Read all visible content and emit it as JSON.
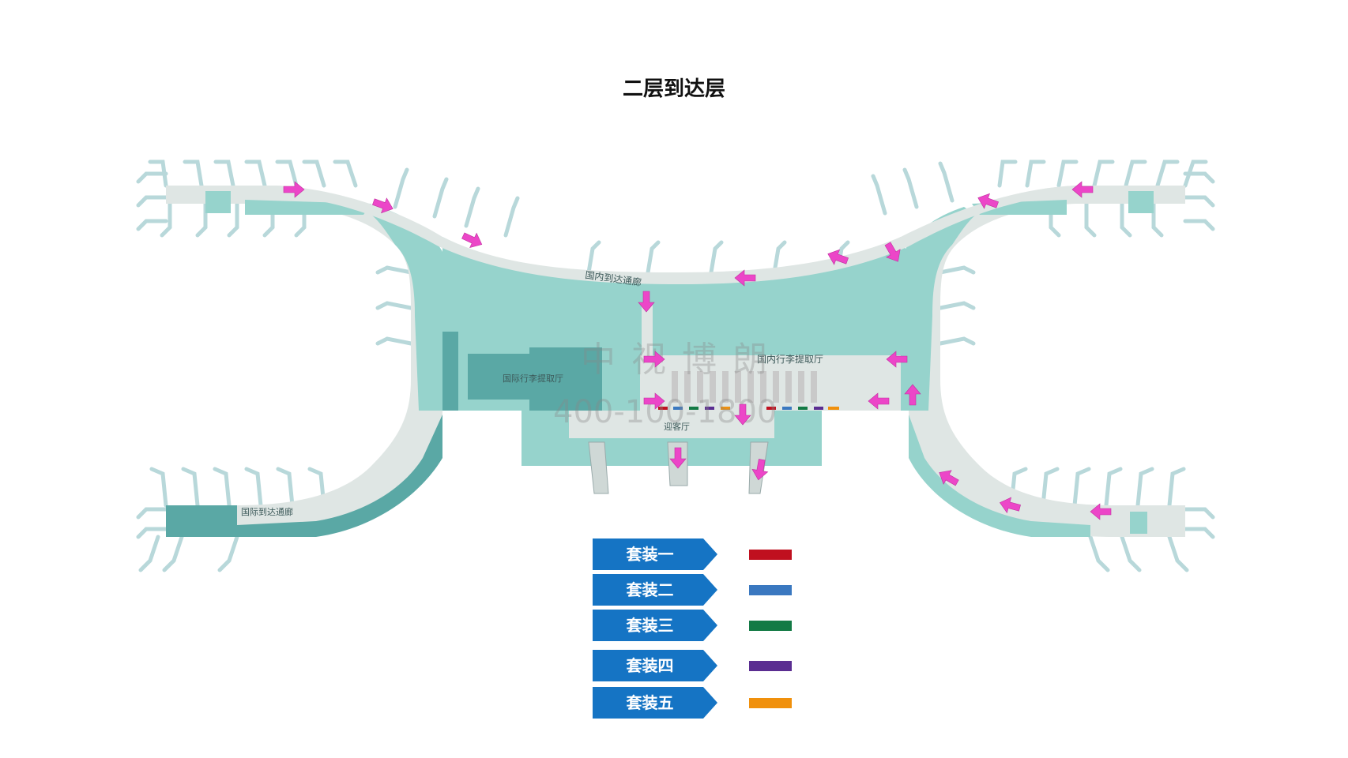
{
  "title": "二层到达层",
  "labels": {
    "domestic_corridor": "国内到达通廊",
    "international_corridor": "国际到达通廊",
    "domestic_baggage": "国内行李提取厅",
    "international_baggage": "国际行李提取厅",
    "meeting_hall": "迎客厅"
  },
  "watermark": {
    "line1": "中视博朗",
    "line2": "400-100-1800"
  },
  "legend": [
    {
      "label": "套装一",
      "color": "#c0101f"
    },
    {
      "label": "套装二",
      "color": "#3a78c0"
    },
    {
      "label": "套装三",
      "color": "#137a45"
    },
    {
      "label": "套装四",
      "color": "#5a2d91"
    },
    {
      "label": "套装五",
      "color": "#f0900c"
    }
  ],
  "colors": {
    "floor_light": "#96d3cc",
    "floor_dark": "#5aa8a5",
    "corridor": "#dfe6e4",
    "bridge": "#b8d8da",
    "arrow": "#ec46c8",
    "legend_tag": "#1574c4"
  }
}
